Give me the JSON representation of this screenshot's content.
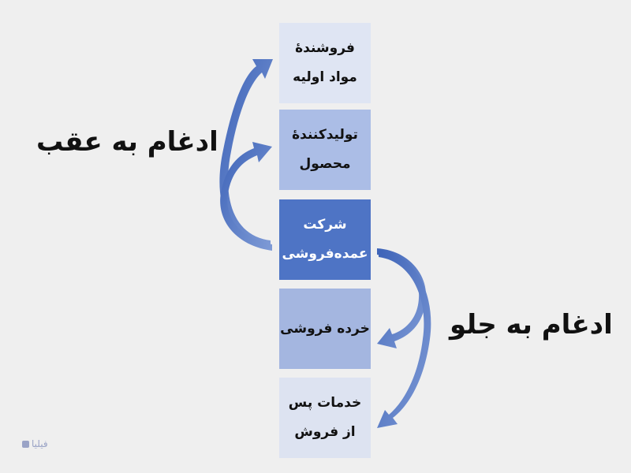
{
  "boxes": [
    {
      "line1": "فروشندۀ",
      "line2": "مواد اولیه"
    },
    {
      "line1": "تولیدکنندۀ",
      "line2": "محصول"
    },
    {
      "line1": "شرکت",
      "line2": "عمده‌فروشی"
    },
    {
      "line1": "خرده فروشی",
      "line2": ""
    },
    {
      "line1": "خدمات پس",
      "line2": "از فروش"
    }
  ],
  "labels": {
    "backward": "ادغام به عقب",
    "forward": "ادغام به جلو"
  },
  "logo": {
    "text": "فیلیا"
  },
  "colors": {
    "arrow": "#4a6fbf",
    "box_light": "#dfe5f3",
    "box_mid": "#abbde6",
    "box_dark": "#4e74c5"
  }
}
